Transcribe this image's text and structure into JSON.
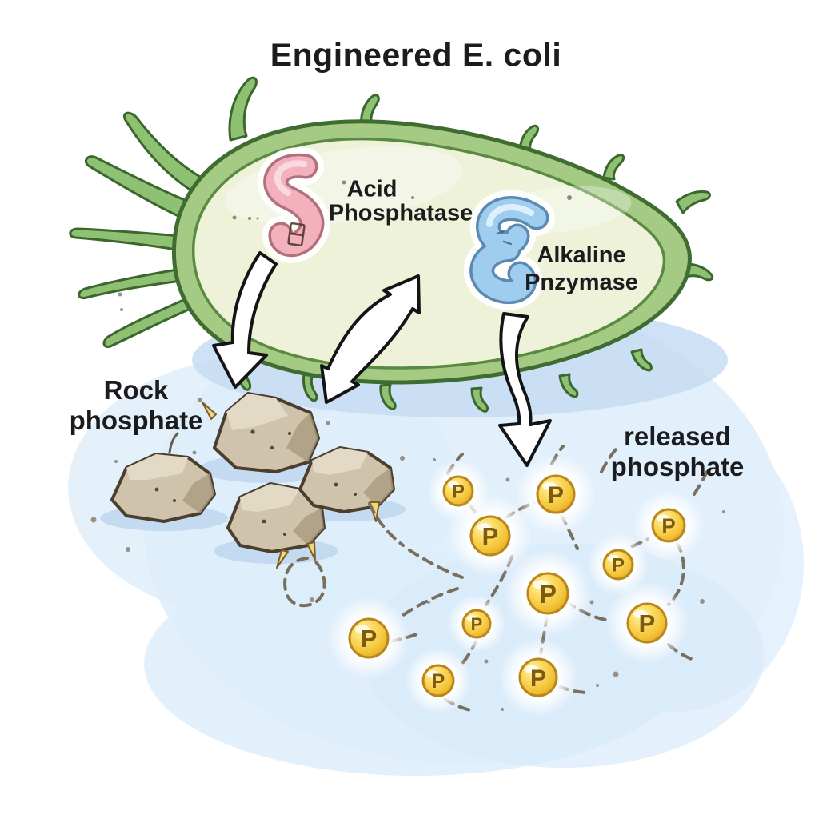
{
  "title": "Engineered E. coli",
  "bacterium": {
    "enzyme_acid": {
      "line1": "Acid",
      "line2": "Phosphatase"
    },
    "enzyme_alkaline": {
      "line1": "Alkaline",
      "line2": "Pnzymase"
    }
  },
  "labels": {
    "rock": {
      "line1": "Rock",
      "line2": "phosphate"
    },
    "released": {
      "line1": "released",
      "line2": "phosphate"
    }
  },
  "phosphate": {
    "symbol": "P",
    "count": 11
  },
  "rocks": {
    "count": 4
  },
  "arrows": {
    "count": 3
  },
  "colors": {
    "bacterium_wall": "#a5ca84",
    "bacterium_outline": "#3f6d31",
    "cytoplasm": "#edf2d9",
    "flagella": "#8fc172",
    "enzyme_acid": "#f2b1bd",
    "enzyme_alkaline": "#9fcdf0",
    "phosphate_fill": "#f3c134",
    "phosphate_letter": "#7d5a10",
    "rock_fill": "#cfc3ab",
    "water": "#ddedfa",
    "dashed_line": "#7a6e5e",
    "arrow_fill": "#ffffff",
    "text": "#1c1c1e"
  }
}
